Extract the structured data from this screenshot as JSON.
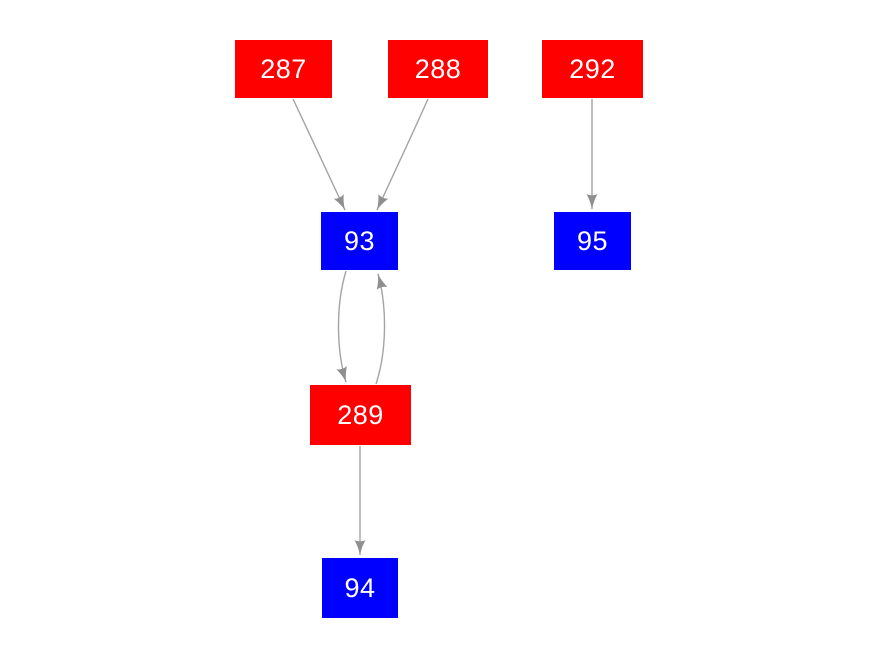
{
  "graph": {
    "background": "#ffffff",
    "colors": {
      "red_node": "#ff0000",
      "blue_node": "#0000ff",
      "node_text": "#ffffff",
      "edge_line": "#a3a3a3",
      "edge_arrow": "#8f8f8f"
    },
    "nodes": [
      {
        "id": "287",
        "label": "287",
        "color": "red"
      },
      {
        "id": "288",
        "label": "288",
        "color": "red"
      },
      {
        "id": "292",
        "label": "292",
        "color": "red"
      },
      {
        "id": "93",
        "label": "93",
        "color": "blue"
      },
      {
        "id": "95",
        "label": "95",
        "color": "blue"
      },
      {
        "id": "289",
        "label": "289",
        "color": "red"
      },
      {
        "id": "94",
        "label": "94",
        "color": "blue"
      }
    ],
    "edges": [
      {
        "from": "287",
        "to": "93"
      },
      {
        "from": "288",
        "to": "93"
      },
      {
        "from": "292",
        "to": "95"
      },
      {
        "from": "93",
        "to": "289"
      },
      {
        "from": "289",
        "to": "93"
      },
      {
        "from": "289",
        "to": "94"
      }
    ]
  }
}
